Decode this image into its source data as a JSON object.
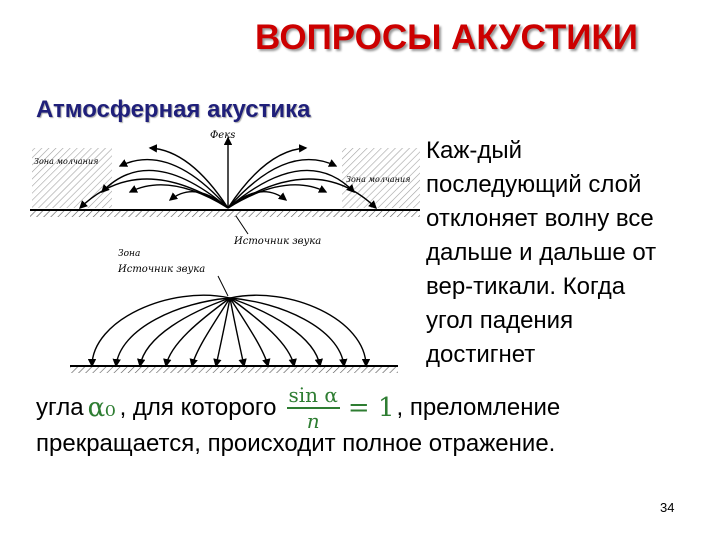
{
  "slide": {
    "title": "ВОПРОСЫ АКУСТИКИ",
    "subtitle": "Атмосферная акустика",
    "side_text": "Каж-дый\nпоследующий слой\nотклоняет волну все\nдальше и дальше от\nвер-тикали. Когда\nугол падения\nдостигнет",
    "formula": {
      "prefix": "угла",
      "alpha0": "α₀",
      "middle": ", для которого",
      "numerator": "sin α",
      "denominator": "n",
      "equals": "= 1",
      "suffix": ", преломление"
    },
    "line2": "прекращается, происходит полное отражение.",
    "page_number": "34"
  },
  "figure": {
    "top": {
      "label_sky": "Фекs",
      "label_left": "Зона молчания",
      "label_right": "Зона молчания",
      "label_source": "Источник звука"
    },
    "bottom": {
      "label_zone": "Зона",
      "label_source": "Источник звука"
    }
  }
}
